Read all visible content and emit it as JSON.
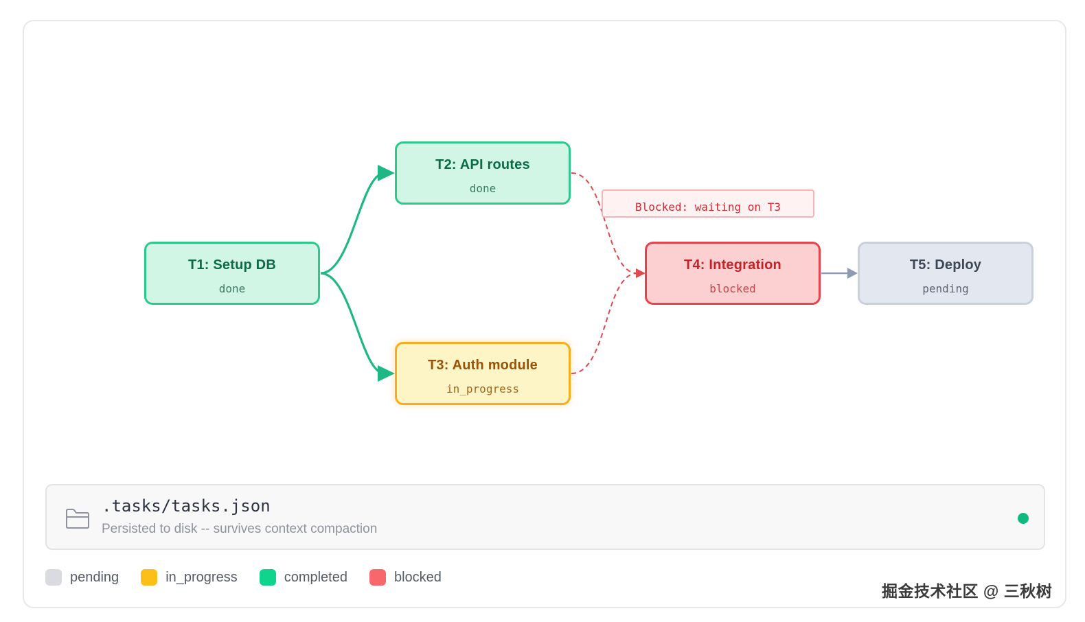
{
  "nodes": {
    "t1": {
      "title": "T1: Setup DB",
      "status": "done"
    },
    "t2": {
      "title": "T2: API routes",
      "status": "done"
    },
    "t3": {
      "title": "T3: Auth module",
      "status": "in_progress"
    },
    "t4": {
      "title": "T4: Integration",
      "status": "blocked"
    },
    "t5": {
      "title": "T5: Deploy",
      "status": "pending"
    }
  },
  "edges": [
    {
      "from": "t1",
      "to": "t2",
      "style": "solid",
      "color": "#1fb884"
    },
    {
      "from": "t1",
      "to": "t3",
      "style": "solid",
      "color": "#1fb884"
    },
    {
      "from": "t2",
      "to": "t4",
      "style": "dashed",
      "color": "#e0474e"
    },
    {
      "from": "t3",
      "to": "t4",
      "style": "dashed",
      "color": "#e0474e"
    },
    {
      "from": "t4",
      "to": "t5",
      "style": "solid",
      "color": "#8e9bb0"
    }
  ],
  "blocked_label": "Blocked: waiting on T3",
  "file_panel": {
    "icon": "folder-icon",
    "file_name": ".tasks/tasks.json",
    "description": "Persisted to disk -- survives context compaction",
    "status_color": "#10b981"
  },
  "legend": [
    {
      "label": "pending",
      "color": "#d9dbe0"
    },
    {
      "label": "in_progress",
      "color": "#fbbf1a"
    },
    {
      "label": "completed",
      "color": "#10d48c"
    },
    {
      "label": "blocked",
      "color": "#f8676b"
    }
  ],
  "colors": {
    "done_fill": "#d2f6e6",
    "done_border": "#2cc98b",
    "in_progress_fill": "#fef5c7",
    "in_progress_border": "#f7ad1e",
    "blocked_fill": "#fccfd0",
    "blocked_border": "#e8424a",
    "pending_fill": "#e3e8f0",
    "pending_border": "#c9d0da"
  },
  "watermark": "掘金技术社区 @ 三秋树"
}
